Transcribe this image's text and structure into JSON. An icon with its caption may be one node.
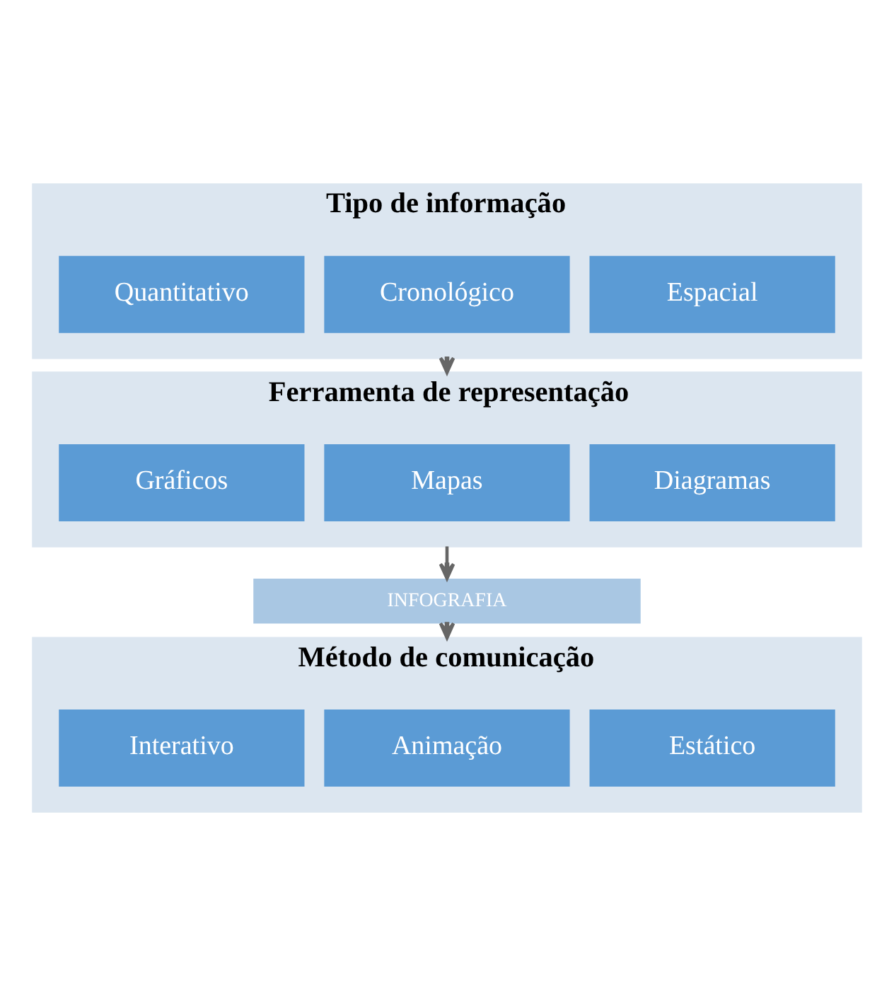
{
  "diagram": {
    "nodes": [
      {
        "text": [
          "Tipo de informação"
        ]
      },
      {
        "text": [
          "Espacial"
        ],
        "in": 0
      },
      {
        "text": [
          "Cronológico"
        ],
        "in": 0
      },
      {
        "text": [
          "Quantitativo"
        ],
        "in": 0
      },
      {
        "text": [
          "Ferramenta de representação"
        ]
      },
      {
        "text": [
          "Diagramas"
        ],
        "in": 4
      },
      {
        "text": [
          "Mapas"
        ],
        "in": 4
      },
      {
        "text": [
          "Gráficos"
        ],
        "in": 4
      },
      {
        "text": [
          "INFOGRAFIA"
        ]
      },
      {
        "text": [
          "Método de comunicação"
        ]
      },
      {
        "text": [
          "Estático"
        ],
        "in": 9
      },
      {
        "text": [
          "Animação"
        ],
        "in": 9
      },
      {
        "text": [
          "Interativo"
        ],
        "in": 9
      }
    ],
    "edges": [
      {
        "from": 0,
        "to": 4,
        "arrow": "to"
      },
      {
        "from": 4,
        "to": 8,
        "arrow": "to"
      },
      {
        "from": 8,
        "to": 9,
        "arrow": "to"
      }
    ]
  }
}
